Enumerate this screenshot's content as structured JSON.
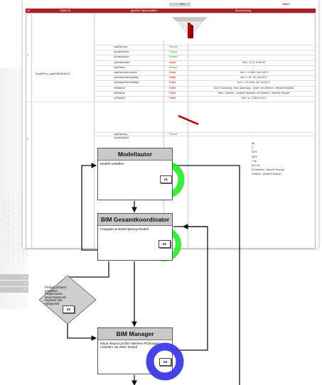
{
  "report": {
    "page_label": "Bild",
    "page_number": "Seite 2",
    "columns": [
      "Nr.",
      "Objekt-ID",
      "geprüfte Eigenschaften",
      "",
      "Beschreibung"
    ],
    "group1": {
      "nr": "1",
      "object_id": "0hgWPcu_sqwFDEWu5VO",
      "rows": [
        {
          "prop": "cplsOpening",
          "status": "Passed",
          "desc": "-"
        },
        {
          "prop": "cpLateralArea",
          "status": "Passed",
          "desc": "-"
        },
        {
          "prop": "cpLateralArea",
          "status": "Passed",
          "desc": "-"
        },
        {
          "prop": "cpSurfaceArea",
          "status": "Failed",
          "desc": "Soll = 12.3 / Ist 89.49"
        },
        {
          "prop": "cplsFrame",
          "status": "Passed",
          "desc": "-"
        },
        {
          "prop": "cplsExternUnchecked",
          "status": "Failed",
          "desc": "Soll >= 1.1285 / Ist 9.0675"
        },
        {
          "prop": "cpSurfacePartAreaMax",
          "status": "Failed",
          "desc": "Soll <= 33...30 / Ist 36.27"
        },
        {
          "prop": "cpSurfacePartAreaMax",
          "status": "Failed",
          "desc": "Soll >= 13.3425...30 / Ist 36.27"
        },
        {
          "prop": "rfsMaterial",
          "status": "Failed",
          "desc": "Soll = Dämmung - hart, Dämmung - weich / Ist Ortbeton - bewehrt Verputzt"
        },
        {
          "prop": "rfsMaterial",
          "status": "Failed",
          "desc": "Soll != Ortbeton - bewehrt Verputzt / Ist Ortbeton - bewehrt Verputzt"
        },
        {
          "prop": "cpTopArea",
          "status": "Failed",
          "desc": "Soll = 6...2.363 / Ist 6.3"
        }
      ]
    },
    "group2": {
      "nr": "2",
      "rows": [
        {
          "prop": "cplsOpening",
          "status": "Passed",
          "desc": "-"
        },
        {
          "prop": "cpLateralArea",
          "status": "",
          "desc": ""
        }
      ],
      "right_fragments": [
        "55",
        "3",
        "3875",
        "3875",
        "7.95",
        "Ist 7.95",
        "Ist Ortbeton - bewehrt Verputzt",
        "Ortbeton - bewehrt Verputzt"
      ]
    }
  },
  "flow": {
    "modellautor": {
      "title": "Modellautor",
      "text": "Modell erstellen",
      "badge": "01"
    },
    "gesamt": {
      "title": "BIM Gesamtkoordinator",
      "text": "Freigabe & Weiterleitung Modell",
      "badge": "02"
    },
    "decision": {
      "text": "Prüfung anhand gewählter Prüfprozesse Issue Report als Ergebnis inkl. Viewpoints",
      "badge": "03"
    },
    "manager": {
      "title": "BIM Manager",
      "text": "Issue Report prüfen Weitere Prüfungen erstellen via SMC Modul",
      "badge": "04"
    }
  },
  "decoration": {
    "side_labels": [
      "12",
      "25",
      "00"
    ]
  },
  "colors": {
    "header_red": "#b11c2b",
    "passed": "#2a9d2a",
    "failed": "#c00000",
    "ring_green": "#22ee22",
    "ring_blue": "#3a3ae8",
    "box_header": "#c9c9c9"
  }
}
